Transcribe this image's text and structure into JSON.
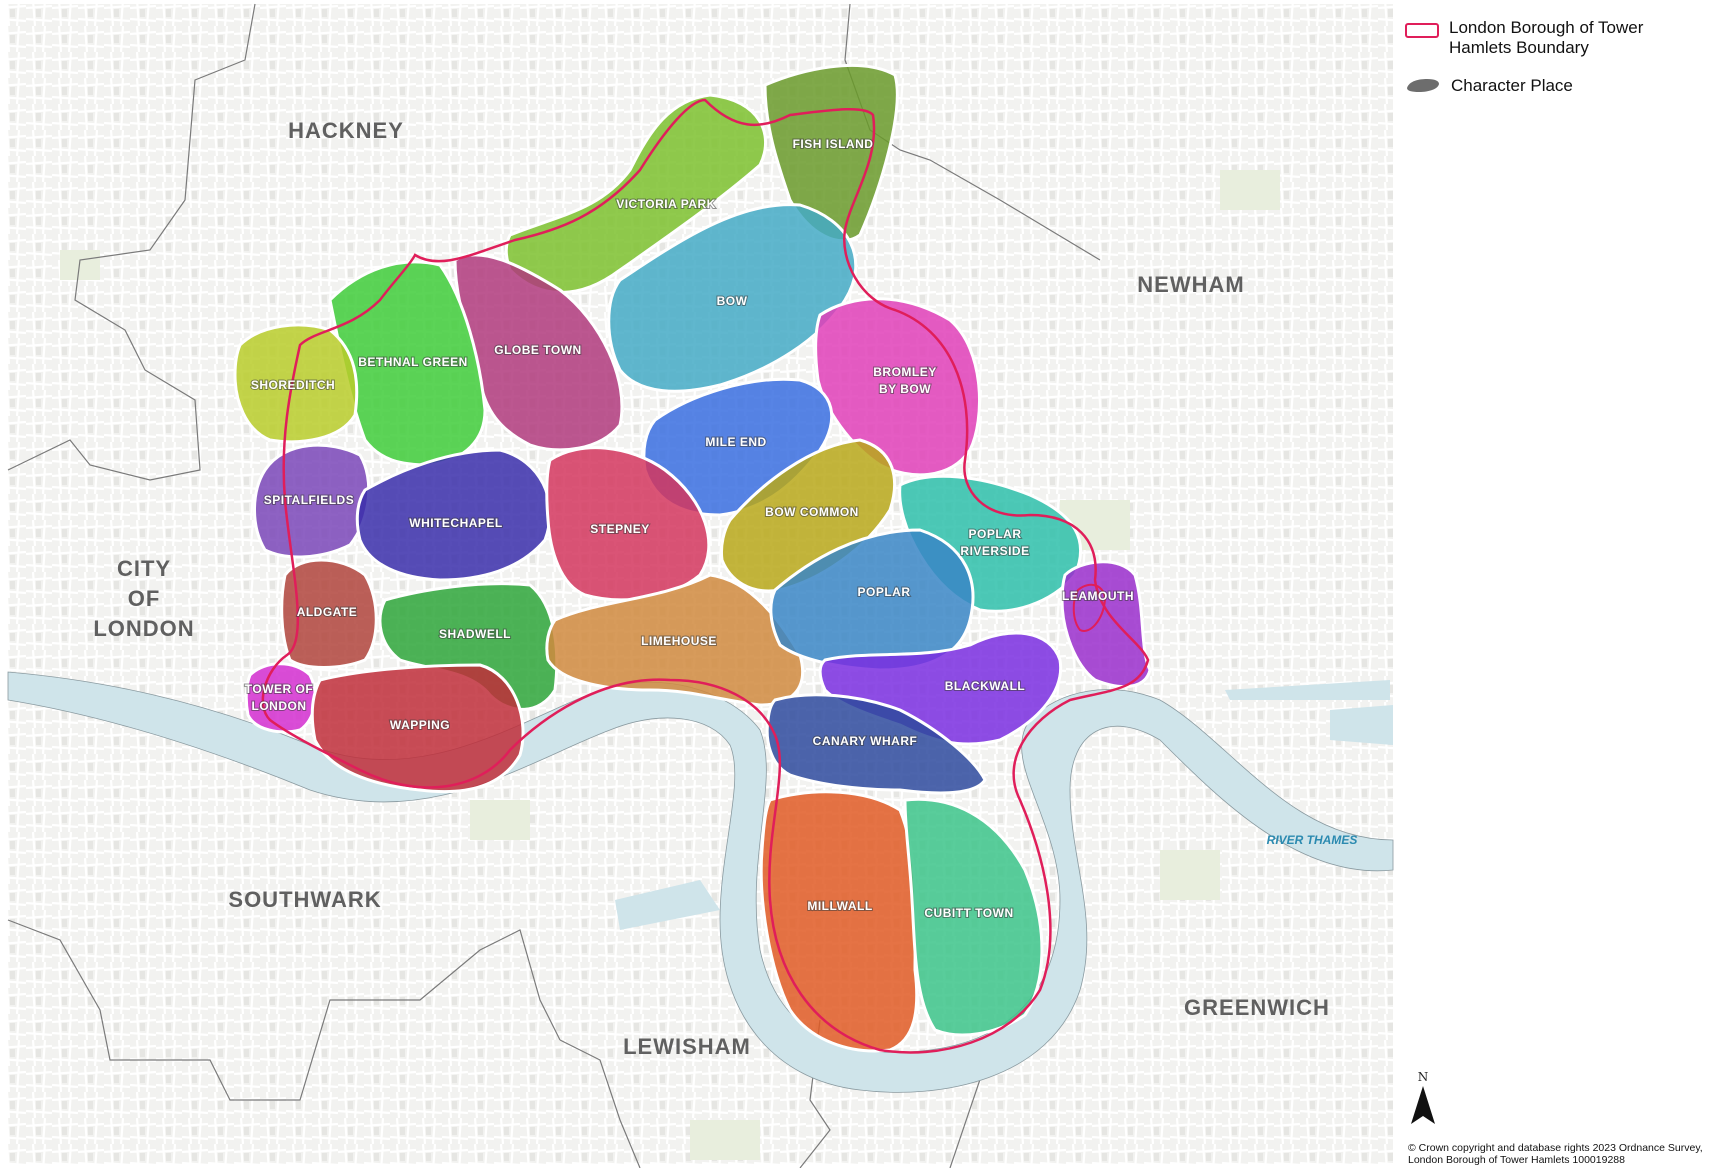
{
  "legend": {
    "boundary_label": "London Borough of Tower Hamlets Boundary",
    "place_label": "Character Place",
    "boundary_color": "#e01e5a",
    "place_swatch_color": "#6d6d6d"
  },
  "boroughs": {
    "hackney": "HACKNEY",
    "newham": "NEWHAM",
    "city_of_london": [
      "CITY",
      "OF",
      "LONDON"
    ],
    "southwark": "SOUTHWARK",
    "lewisham": "LEWISHAM",
    "greenwich": "GREENWICH"
  },
  "river_label": "RIVER THAMES",
  "places": {
    "fish_island": {
      "label": "FISH ISLAND",
      "color": "#6a9a2a"
    },
    "victoria_park": {
      "label": "VICTORIA PARK",
      "color": "#7cc12e"
    },
    "bow": {
      "label": "BOW",
      "color": "#44aac6"
    },
    "bromley_by_bow": {
      "label": [
        "BROMLEY",
        "BY BOW"
      ],
      "color": "#e040b8"
    },
    "globe_town": {
      "label": "GLOBE TOWN",
      "color": "#b03a7c"
    },
    "bethnal_green": {
      "label": "BETHNAL GREEN",
      "color": "#3fcc3a"
    },
    "shoreditch": {
      "label": "SHOREDITCH",
      "color": "#b8cc2a"
    },
    "mile_end": {
      "label": "MILE END",
      "color": "#3a6ee0"
    },
    "spitalfields": {
      "label": "SPITALFIELDS",
      "color": "#7a46b8"
    },
    "whitechapel": {
      "label": "WHITECHAPEL",
      "color": "#3a2eaa"
    },
    "stepney": {
      "label": "STEPNEY",
      "color": "#d4365e"
    },
    "bow_common": {
      "label": "BOW COMMON",
      "color": "#b8a81a"
    },
    "poplar_riverside": {
      "label": [
        "POPLAR",
        "RIVERSIDE"
      ],
      "color": "#2ec0aa"
    },
    "leamouth": {
      "label": "LEAMOUTH",
      "color": "#9a2ecc"
    },
    "aldgate": {
      "label": "ALDGATE",
      "color": "#b0443c"
    },
    "shadwell": {
      "label": "SHADWELL",
      "color": "#2ea63a"
    },
    "limehouse": {
      "label": "LIMEHOUSE",
      "color": "#d08a3e"
    },
    "poplar": {
      "label": "POPLAR",
      "color": "#3a86c6"
    },
    "tower_of_london": {
      "label": [
        "TOWER OF",
        "LONDON"
      ],
      "color": "#d42ed0"
    },
    "wapping": {
      "label": "WAPPING",
      "color": "#c02e3a"
    },
    "blackwall": {
      "label": "BLACKWALL",
      "color": "#7a2ee0"
    },
    "canary_wharf": {
      "label": "CANARY WHARF",
      "color": "#2e4a9e"
    },
    "millwall": {
      "label": "MILLWALL",
      "color": "#e05a24"
    },
    "cubitt_town": {
      "label": "CUBITT TOWN",
      "color": "#3cc48a"
    }
  },
  "north_arrow": "N",
  "copyright": "© Crown copyright and database rights 2023 Ordnance Survey, London Borough of Tower Hamlets 100019288"
}
